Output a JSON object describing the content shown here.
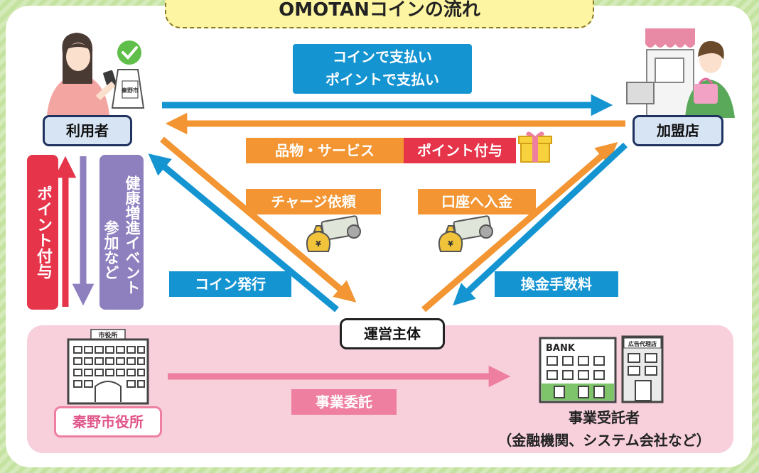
{
  "title": "OMOTANコインの流れ",
  "nodes": {
    "user": "利用者",
    "store": "加盟店",
    "operator": "運営主体",
    "city": "秦野市役所",
    "contractor_line1": "事業受託者",
    "contractor_line2": "（金融機関、システム会社など）"
  },
  "labels": {
    "pay_line1": "コインで支払い",
    "pay_line2": "ポイントで支払い",
    "goods": "品物・サービス",
    "points_grant": "ポイント付与",
    "charge_request": "チャージ依頼",
    "deposit": "口座へ入金",
    "coin_issue": "コイン発行",
    "fee": "換金手数料",
    "points_vertical": "ポイント付与",
    "health_line1": "健康増進イベント",
    "health_line2": "参加など",
    "commission": "事業委託"
  },
  "signs": {
    "city_hall": "市役所",
    "bank": "BANK",
    "agency": "広告代理店",
    "phone_sign": "秦野市"
  },
  "colors": {
    "blue": "#1594d2",
    "orange": "#f29532",
    "red": "#e6354b",
    "purple": "#8e7fbf",
    "pink_arrow": "#ee7fa0",
    "navy": "#20325f"
  }
}
